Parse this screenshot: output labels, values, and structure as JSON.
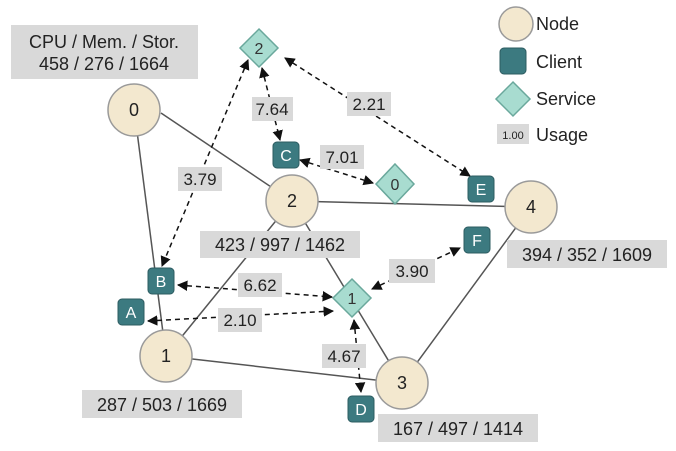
{
  "colors": {
    "node_fill": "#f3e8cf",
    "node_stroke": "#9a9a9a",
    "client_fill": "#3c7a80",
    "client_stroke": "#2d5c61",
    "service_fill": "#a8dcd0",
    "service_stroke": "#6aa89c",
    "box_fill": "#d9d9d9",
    "edge": "#555555"
  },
  "legend": {
    "node": "Node",
    "client": "Client",
    "service": "Service",
    "usage_sample": "1.00",
    "usage": "Usage"
  },
  "nodes": [
    {
      "id": "0",
      "label": "0",
      "resources": "458 / 276 / 1664",
      "header": "CPU / Mem. / Stor."
    },
    {
      "id": "1",
      "label": "1",
      "resources": "287 / 503 / 1669"
    },
    {
      "id": "2",
      "label": "2",
      "resources": "423 / 997 / 1462"
    },
    {
      "id": "3",
      "label": "3",
      "resources": "167 / 497 / 1414"
    },
    {
      "id": "4",
      "label": "4",
      "resources": "394 / 352 / 1609"
    }
  ],
  "clients": [
    {
      "id": "A",
      "label": "A"
    },
    {
      "id": "B",
      "label": "B"
    },
    {
      "id": "C",
      "label": "C"
    },
    {
      "id": "D",
      "label": "D"
    },
    {
      "id": "E",
      "label": "E"
    },
    {
      "id": "F",
      "label": "F"
    }
  ],
  "services": [
    {
      "id": "s0",
      "label": "0"
    },
    {
      "id": "s1",
      "label": "1"
    },
    {
      "id": "s2",
      "label": "2"
    }
  ],
  "links": [
    {
      "from": "0",
      "to": "2"
    },
    {
      "from": "0",
      "to": "1"
    },
    {
      "from": "1",
      "to": "2"
    },
    {
      "from": "1",
      "to": "3"
    },
    {
      "from": "2",
      "to": "3"
    },
    {
      "from": "2",
      "to": "4"
    },
    {
      "from": "3",
      "to": "4"
    }
  ],
  "flows": [
    {
      "from": "s2",
      "to": "C",
      "usage": "7.64"
    },
    {
      "from": "s2",
      "to": "E",
      "usage": "2.21"
    },
    {
      "from": "s2",
      "to": "B",
      "usage": "3.79"
    },
    {
      "from": "C",
      "to": "s0",
      "usage": "7.01"
    },
    {
      "from": "B",
      "to": "s1",
      "usage": "6.62"
    },
    {
      "from": "A",
      "to": "s1",
      "usage": "2.10"
    },
    {
      "from": "s1",
      "to": "F",
      "usage": "3.90"
    },
    {
      "from": "s1",
      "to": "D",
      "usage": "4.67"
    }
  ]
}
